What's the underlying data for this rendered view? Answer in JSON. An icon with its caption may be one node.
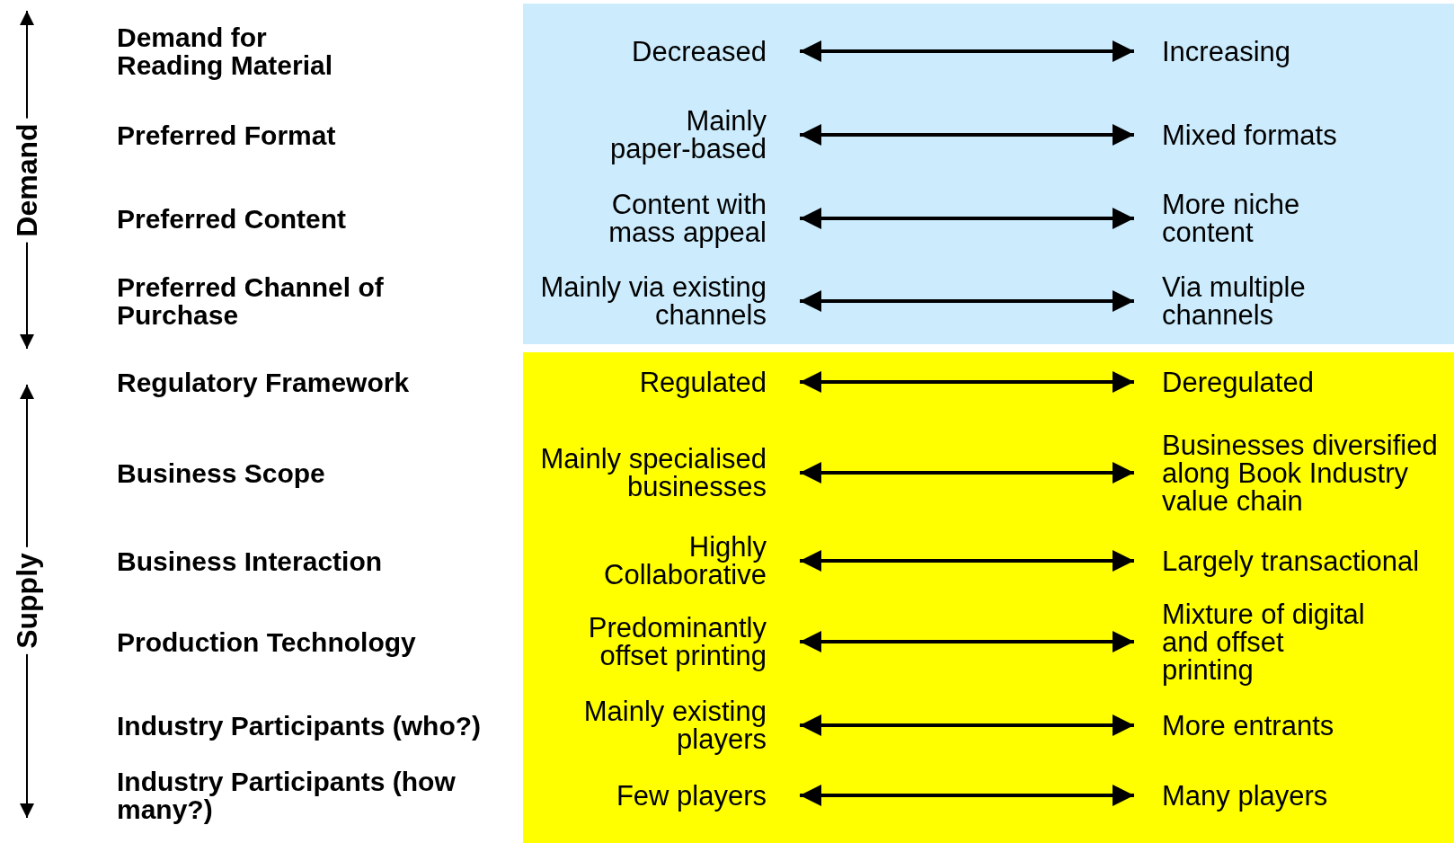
{
  "diagram": {
    "nodes": [
      {
        "text": [],
        "shape": "box"
      },
      {
        "text": [
          "Decreased"
        ],
        "in": 0
      },
      {
        "text": [
          "Increasing"
        ],
        "in": 0
      },
      {
        "text": [
          "Mainly paper-based"
        ],
        "in": 0
      },
      {
        "text": [
          "Mixed formats"
        ],
        "in": 0
      },
      {
        "text": [
          "Content with mass appeal"
        ],
        "in": 0
      },
      {
        "text": [
          "More niche content"
        ],
        "in": 0
      },
      {
        "text": [
          "Mainly via existing channels"
        ],
        "in": 0
      },
      {
        "text": [
          "Via multiple channels"
        ],
        "in": 0
      },
      {
        "text": [],
        "shape": "box"
      },
      {
        "text": [
          "Regulated"
        ],
        "in": 9
      },
      {
        "text": [
          "Deregulated"
        ],
        "in": 9
      },
      {
        "text": [
          "Mainly specialised businesses"
        ],
        "in": 9
      },
      {
        "text": [
          "Businesses diversified along Book Industry value chain"
        ],
        "in": 9
      },
      {
        "text": [
          "Highly Collaborative"
        ],
        "in": 9
      },
      {
        "text": [
          "Largely transactional"
        ],
        "in": 9
      },
      {
        "text": [
          "Predominantly offset printing"
        ],
        "in": 9
      },
      {
        "text": [
          "Mixture of digital and offset printing"
        ],
        "in": 9
      },
      {
        "text": [
          "Mainly existing players"
        ],
        "in": 9
      },
      {
        "text": [
          "More entrants"
        ],
        "in": 9
      },
      {
        "text": [
          "Few players"
        ],
        "in": 9
      },
      {
        "text": [
          "Many players"
        ],
        "in": 9
      }
    ],
    "edges": [
      {
        "from": 1,
        "to": 2,
        "arrow": "both"
      },
      {
        "from": 3,
        "to": 4,
        "arrow": "both"
      },
      {
        "from": 5,
        "to": 6,
        "arrow": "both"
      },
      {
        "from": 7,
        "to": 8,
        "arrow": "both"
      },
      {
        "from": 10,
        "to": 11,
        "arrow": "both"
      },
      {
        "from": 12,
        "to": 13,
        "arrow": "both"
      },
      {
        "from": 14,
        "to": 15,
        "arrow": "both"
      },
      {
        "from": 16,
        "to": 17,
        "arrow": "both"
      },
      {
        "from": 18,
        "to": 19,
        "arrow": "both"
      },
      {
        "from": 20,
        "to": 21,
        "arrow": "both"
      }
    ],
    "labels": [
      "Demand",
      "Demand for Reading Material",
      "Preferred Format",
      "Preferred Content",
      "Preferred Channel of Purchase",
      "Supply",
      "Regulatory Framework",
      "Business Scope",
      "Business Interaction",
      "Production Technology",
      "Industry Participants (who?)",
      "Industry Participants (how many?)"
    ]
  }
}
